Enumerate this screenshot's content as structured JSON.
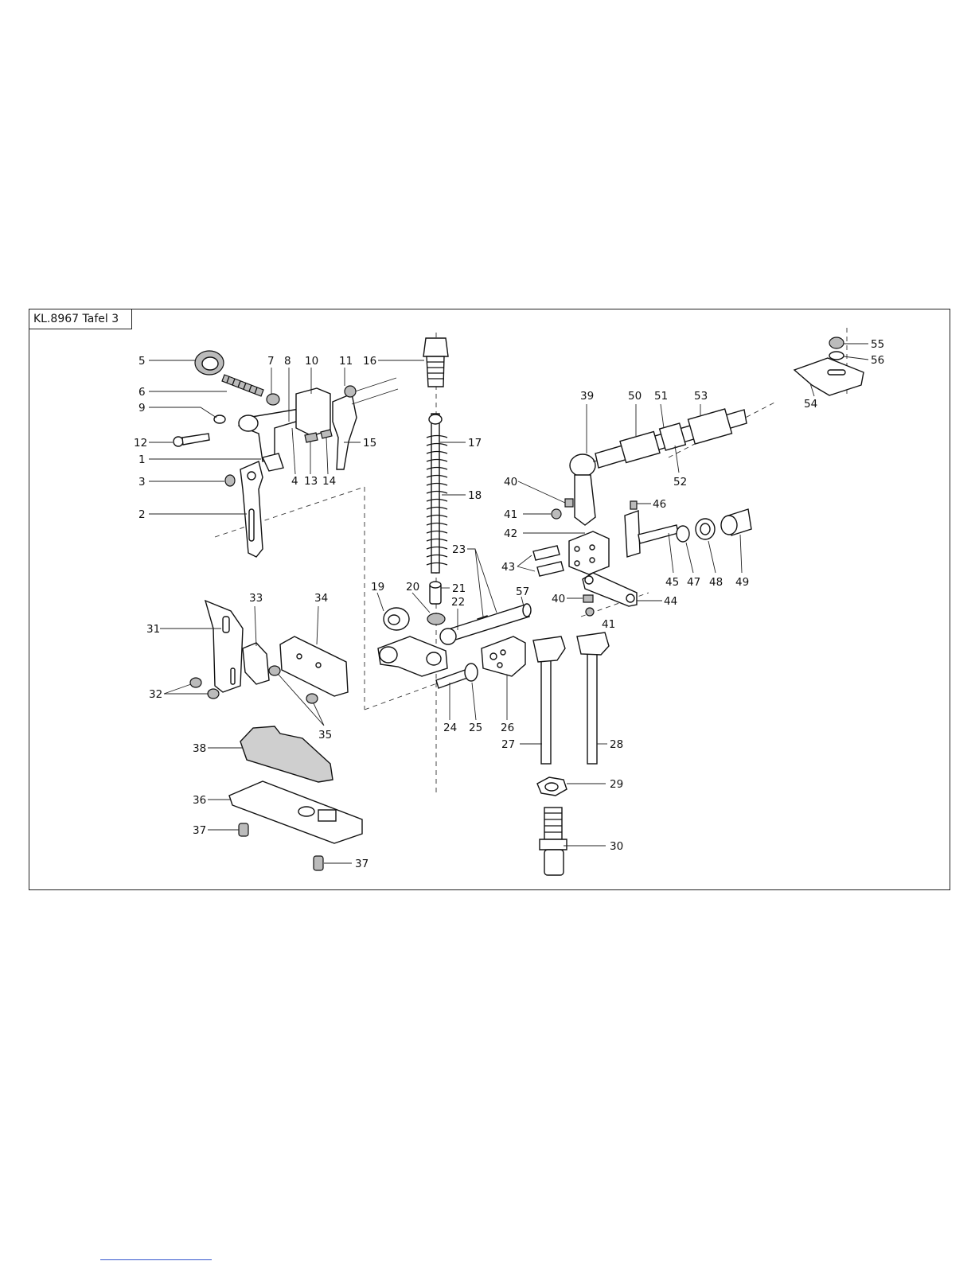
{
  "title": "KL.8967 Tafel 3",
  "parts": [
    {
      "id": "1",
      "label": "1"
    },
    {
      "id": "2",
      "label": "2"
    },
    {
      "id": "3",
      "label": "3"
    },
    {
      "id": "4",
      "label": "4"
    },
    {
      "id": "5",
      "label": "5"
    },
    {
      "id": "6",
      "label": "6"
    },
    {
      "id": "7",
      "label": "7"
    },
    {
      "id": "8",
      "label": "8"
    },
    {
      "id": "9",
      "label": "9"
    },
    {
      "id": "10",
      "label": "10"
    },
    {
      "id": "11",
      "label": "11"
    },
    {
      "id": "12",
      "label": "12"
    },
    {
      "id": "13",
      "label": "13"
    },
    {
      "id": "14",
      "label": "14"
    },
    {
      "id": "15",
      "label": "15"
    },
    {
      "id": "16",
      "label": "16"
    },
    {
      "id": "17",
      "label": "17"
    },
    {
      "id": "18",
      "label": "18"
    },
    {
      "id": "19",
      "label": "19"
    },
    {
      "id": "20",
      "label": "20"
    },
    {
      "id": "21",
      "label": "21"
    },
    {
      "id": "22",
      "label": "22"
    },
    {
      "id": "23",
      "label": "23"
    },
    {
      "id": "24",
      "label": "24"
    },
    {
      "id": "25",
      "label": "25"
    },
    {
      "id": "26",
      "label": "26"
    },
    {
      "id": "27",
      "label": "27"
    },
    {
      "id": "28",
      "label": "28"
    },
    {
      "id": "29",
      "label": "29"
    },
    {
      "id": "30",
      "label": "30"
    },
    {
      "id": "31",
      "label": "31"
    },
    {
      "id": "32",
      "label": "32"
    },
    {
      "id": "33",
      "label": "33"
    },
    {
      "id": "34",
      "label": "34"
    },
    {
      "id": "35",
      "label": "35"
    },
    {
      "id": "36",
      "label": "36"
    },
    {
      "id": "37a",
      "label": "37"
    },
    {
      "id": "37b",
      "label": "37"
    },
    {
      "id": "38",
      "label": "38"
    },
    {
      "id": "39",
      "label": "39"
    },
    {
      "id": "40a",
      "label": "40"
    },
    {
      "id": "40b",
      "label": "40"
    },
    {
      "id": "41a",
      "label": "41"
    },
    {
      "id": "41b",
      "label": "41"
    },
    {
      "id": "42",
      "label": "42"
    },
    {
      "id": "43",
      "label": "43"
    },
    {
      "id": "44",
      "label": "44"
    },
    {
      "id": "45",
      "label": "45"
    },
    {
      "id": "46",
      "label": "46"
    },
    {
      "id": "47",
      "label": "47"
    },
    {
      "id": "48",
      "label": "48"
    },
    {
      "id": "49",
      "label": "49"
    },
    {
      "id": "50",
      "label": "50"
    },
    {
      "id": "51",
      "label": "51"
    },
    {
      "id": "52",
      "label": "52"
    },
    {
      "id": "53",
      "label": "53"
    },
    {
      "id": "54",
      "label": "54"
    },
    {
      "id": "55",
      "label": "55"
    },
    {
      "id": "56",
      "label": "56"
    },
    {
      "id": "57",
      "label": "57"
    }
  ]
}
